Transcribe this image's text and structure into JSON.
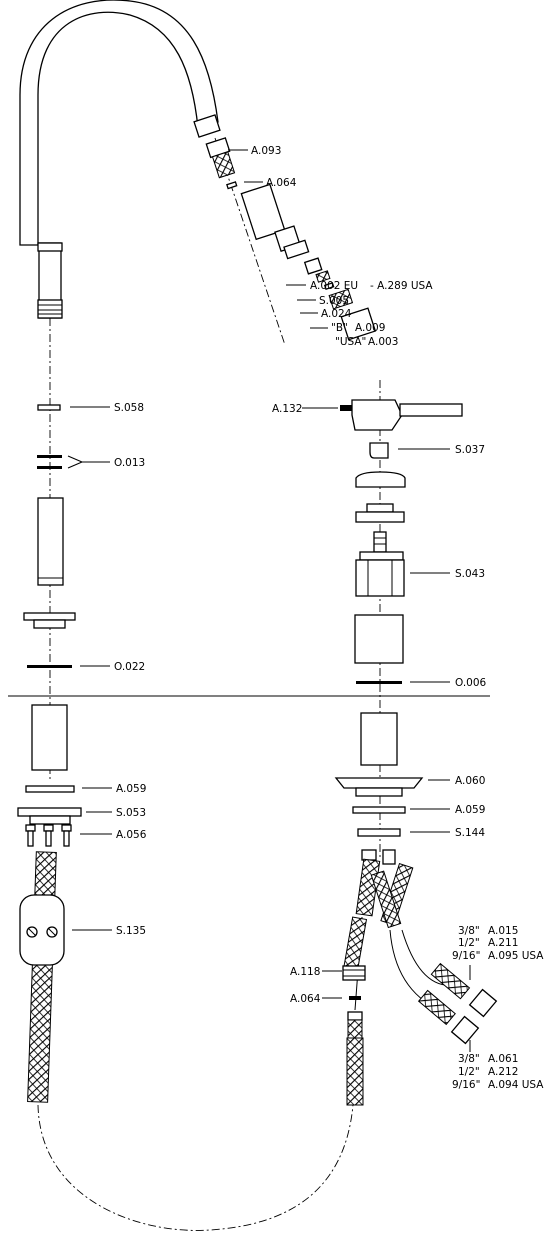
{
  "labels": {
    "a093": "A.093",
    "a064_top": "A.064",
    "a002": "A.002 EU",
    "a289": "- A.289 USA",
    "s005": "S.005",
    "a024": "A.024",
    "b_tag": "\"B\"",
    "a009": "A.009",
    "usa_tag": "\"USA\"",
    "a003": "A.003",
    "s058": "S.058",
    "o013": "O.013",
    "a132": "A.132",
    "s037": "S.037",
    "s043": "S.043",
    "o022": "O.022",
    "o006": "O.006",
    "a059_left": "A.059",
    "s053": "S.053",
    "a056": "A.056",
    "a060": "A.060",
    "a059_right": "A.059",
    "s144": "S.144",
    "s135": "S.135",
    "a118": "A.118",
    "a064_bottom": "A.064",
    "hose_top": [
      {
        "size": "3/8\"",
        "code": "A.015"
      },
      {
        "size": "1/2\"",
        "code": "A.211"
      },
      {
        "size": "9/16\"",
        "code": "A.095 USA"
      }
    ],
    "hose_bottom": [
      {
        "size": "3/8\"",
        "code": "A.061"
      },
      {
        "size": "1/2\"",
        "code": "A.212"
      },
      {
        "size": "9/16\"",
        "code": "A.094 USA"
      }
    ]
  }
}
